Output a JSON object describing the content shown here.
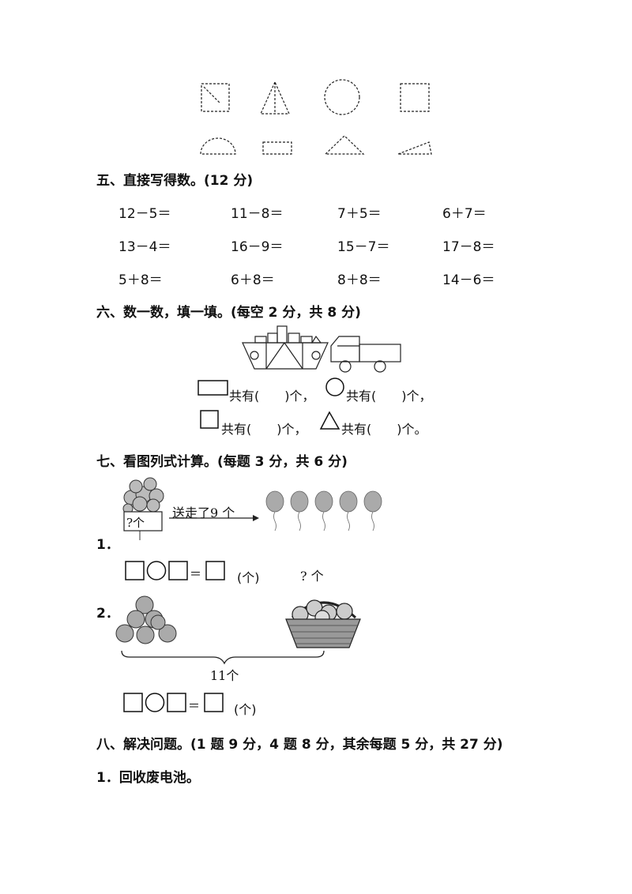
{
  "section5": {
    "title": "五、直接写得数。(12 分)",
    "equations": [
      [
        "12－5＝",
        "11－8＝",
        "7＋5＝",
        "6＋7＝"
      ],
      [
        "13－4＝",
        "16－9＝",
        "15－7＝",
        "17－8＝"
      ],
      [
        "5＋8＝",
        "6＋8＝",
        "8＋8＝",
        "14－6＝"
      ]
    ]
  },
  "section6": {
    "title": "六、数一数，填一填。(每空 2 分，共 8 分)",
    "rect_text": "共有(　　)个，",
    "circle_text": "共有(　　)个，",
    "square_text": "共有(　　)个，",
    "triangle_text": "共有(　　)个。"
  },
  "section7": {
    "title": "七、看图列式计算。(每题 3 分，共 6 分)",
    "q1_number": "1．",
    "q1_question_label": "?个",
    "q1_arrow_label": "送走了9 个",
    "q2_number": "2．",
    "q2_question_label": "? 个",
    "q2_total_label": "11个",
    "unit": "(个)",
    "equals": "＝"
  },
  "section8": {
    "title": "八、解决问题。(1 题 9 分，4 题 8 分，其余每题 5 分，共 27 分)",
    "q1": "1．回收废电池。"
  }
}
